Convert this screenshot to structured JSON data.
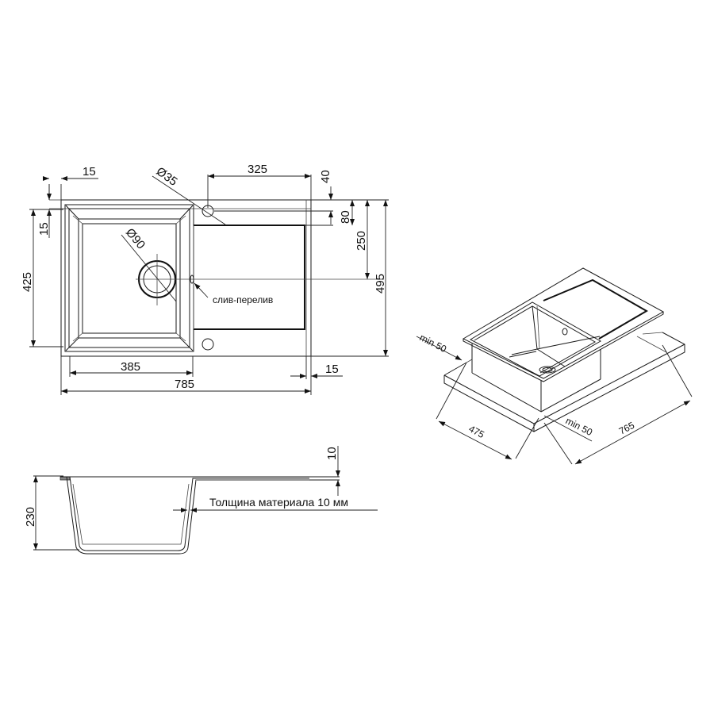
{
  "top_view": {
    "dims": {
      "d_15_top": "15",
      "d_15_left": "15",
      "hole_dia": "Ø35",
      "d_325": "325",
      "d_40": "40",
      "d_80": "80",
      "d_250": "250",
      "d_495": "495",
      "d_425": "425",
      "drain_dia": "Ø90",
      "d_385": "385",
      "d_785": "785",
      "d_15_right": "15"
    },
    "overflow_label": "слив-перелив"
  },
  "side_view": {
    "dims": {
      "d_230": "230",
      "d_10": "10"
    },
    "thickness_label": "Толщина материала 10 мм"
  },
  "iso_view": {
    "dims": {
      "min_left": "min 50",
      "min_right": "min 50",
      "d_475": "475",
      "d_765": "765"
    }
  },
  "colors": {
    "line": "#1a1a1a",
    "background": "#ffffff"
  }
}
